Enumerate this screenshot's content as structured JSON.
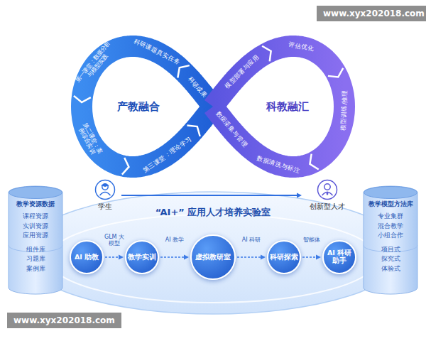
{
  "diagram": {
    "nodes": [
      {
        "text": [
          "学生"
        ]
      },
      {
        "text": [
          "创新型人才"
        ]
      },
      {
        "text": [
          "教学资源数据",
          "课程资源",
          "实训资源",
          "应用资源",
          "组件库",
          "习题库",
          "案例库"
        ]
      },
      {
        "text": [
          "“AI+” 应用人才培养实验室"
        ]
      },
      {
        "text": [
          "AI 助教"
        ],
        "in": 3
      },
      {
        "text": [
          "教学实训"
        ],
        "in": 3
      },
      {
        "text": [
          "虚拟教研室"
        ],
        "in": 3
      },
      {
        "text": [
          "科研探索"
        ],
        "in": 3
      },
      {
        "text": [
          "AI 科研助手"
        ],
        "in": 3
      },
      {
        "text": [
          "教学模型方法库",
          "专业集群",
          "混合教学",
          "小组合作",
          "项目式",
          "探究式",
          "体验式"
        ]
      }
    ],
    "edges": [
      {
        "from": 0,
        "to": 1,
        "arrow": "to"
      },
      {
        "from": 4,
        "to": 5,
        "label": "GLM 大模型",
        "arrow": "to"
      },
      {
        "from": 5,
        "to": 6,
        "label": "AI 教学",
        "arrow": "to"
      },
      {
        "from": 6,
        "to": 7,
        "label": "AI 科研",
        "arrow": "to"
      },
      {
        "from": 7,
        "to": 8,
        "label": "智能体",
        "arrow": "to"
      }
    ],
    "labels": [
      "www.xyx202018.com",
      "产教融合",
      "科教融汇",
      "科研课题真实任务",
      "第一课堂：数据分析与模型实践",
      "第二课堂：案例综合实训",
      "第三课堂：理论学习",
      "科研成果",
      "模型部署与应用",
      "评估优化",
      "模型训练/推理",
      "数据清洗与标注",
      "数据采集与管理",
      "www.xyx202018.com"
    ]
  }
}
